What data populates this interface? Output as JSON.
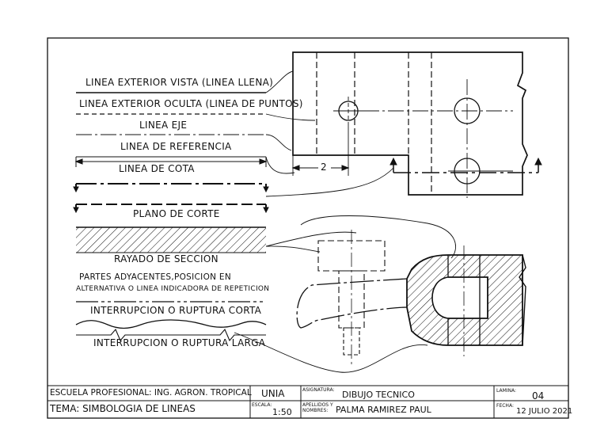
{
  "legend": {
    "exterior_visible": "LINEA EXTERIOR VISTA (LINEA LLENA)",
    "exterior_hidden": "LINEA EXTERIOR OCULTA (LINEA DE PUNTOS)",
    "axis": "LINEA EJE",
    "reference": "LINEA DE REFERENCIA",
    "dimension": "LINEA DE COTA",
    "cut_plane": "PLANO DE CORTE",
    "section_hatch": "RAYADO DE SECCION",
    "adjacent_line1": "PARTES ADYACENTES,POSICION EN",
    "adjacent_line2": "ALTERNATIVA O LINEA INDICADORA DE REPETICION",
    "short_break": "INTERRUPCION O RUPTURA CORTA",
    "long_break": "INTERRUPCION O RUPTURA LARGA"
  },
  "drawing": {
    "dimension_value": "2"
  },
  "title_block": {
    "school": "ESCUELA PROFESIONAL: ING. AGRON. TROPICAL",
    "theme": "TEMA: SIMBOLOGIA DE LINEAS",
    "university": "UNIA",
    "scale_label": "ESCALA:",
    "scale_value": "1:50",
    "subject_label": "ASIGNATURA:",
    "subject_value": "DIBUJO TECNICO",
    "name_label1": "APELLIDOS Y",
    "name_label2": "NOMBRES:",
    "name_value": "PALMA RAMIREZ PAUL",
    "sheet_label": "LAMINA:",
    "sheet_value": "04",
    "date_label": "FECHA:",
    "date_value": "12 JULIO 2021"
  }
}
